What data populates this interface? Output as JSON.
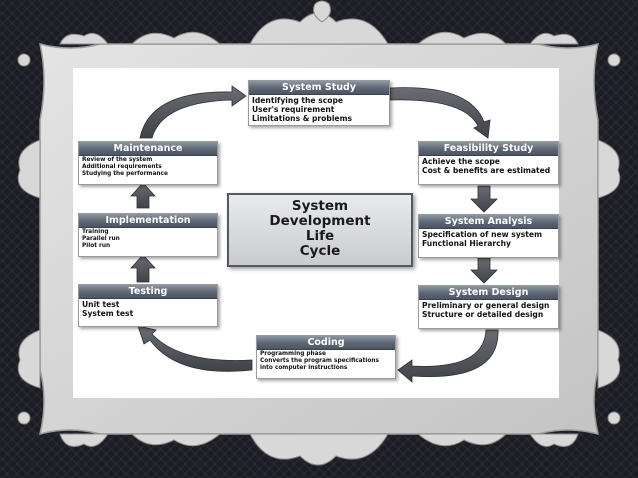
{
  "diagram": {
    "center_title": [
      "System",
      "Development",
      "Life",
      "Cycle"
    ],
    "boxes": {
      "system_study": {
        "title": "System Study",
        "lines": [
          "Identifying the scope",
          "User's requirement",
          "Limitations & problems"
        ]
      },
      "feasibility_study": {
        "title": "Feasibility Study",
        "lines": [
          "Achieve the scope",
          "Cost & benefits are estimated"
        ]
      },
      "system_analysis": {
        "title": "System Analysis",
        "lines": [
          "Specification of new system",
          "Functional Hierarchy"
        ]
      },
      "system_design": {
        "title": "System Design",
        "lines": [
          "Preliminary or general design",
          "Structure or detailed design"
        ]
      },
      "coding": {
        "title": "Coding",
        "lines": [
          "Programming phase",
          "Converts the program specifications",
          "into computer instructions"
        ]
      },
      "testing": {
        "title": "Testing",
        "lines": [
          "Unit test",
          "System test"
        ]
      },
      "implementation": {
        "title": "Implementation",
        "lines": [
          "Training",
          "Parallel run",
          "Pilot run"
        ]
      },
      "maintenance": {
        "title": "Maintenance",
        "lines": [
          "Review of the system",
          "Additional requirements",
          "Studying the performance"
        ]
      }
    }
  },
  "colors": {
    "background": "#1c1d24",
    "frame": "#d6d6d6",
    "header": "#5d6774",
    "arrow": "#5a5e64"
  }
}
